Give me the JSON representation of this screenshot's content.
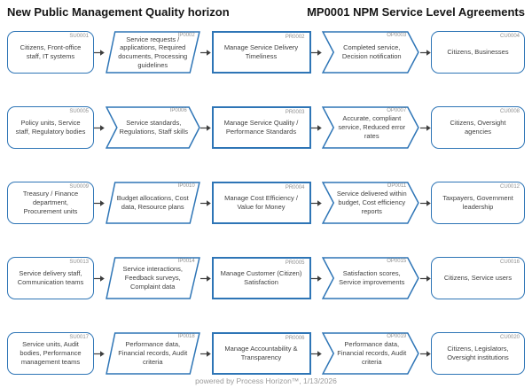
{
  "header": {
    "left_title": "New Public Management Quality horizon",
    "right_title": "MP0001 NPM Service Level Agreements"
  },
  "footer": {
    "text": "powered by Process Horizon™, 1/13/2026"
  },
  "colors": {
    "shape_border": "#2E75B6",
    "text": "#3f3f3f",
    "id_label": "#8f8f8f",
    "arrow": "#3d3d3d",
    "footer_text": "#9a9a9a"
  },
  "rows": [
    {
      "supplier": {
        "id": "SU0001",
        "text": "Citizens, Front-office staff, IT systems",
        "shape": "rounded-rectangle"
      },
      "input": {
        "id": "IP0002",
        "text": "Service requests / applications, Required documents, Processing guidelines",
        "shape": "parallelogram"
      },
      "process": {
        "id": "PR0002",
        "text": "Manage Service Delivery Timeliness",
        "shape": "rectangle"
      },
      "output": {
        "id": "OP0003",
        "text": "Completed service, Decision notification",
        "shape": "chevron"
      },
      "customer": {
        "id": "CU0004",
        "text": "Citizens, Businesses",
        "shape": "rounded-rectangle"
      }
    },
    {
      "supplier": {
        "id": "SU0005",
        "text": "Policy units, Service staff, Regulatory bodies",
        "shape": "rounded-rectangle"
      },
      "input": {
        "id": "IP0006",
        "text": "Service standards, Regulations, Staff skills",
        "shape": "chevron"
      },
      "process": {
        "id": "PR0003",
        "text": "Manage Service Quality / Performance Standards",
        "shape": "rectangle"
      },
      "output": {
        "id": "OP0007",
        "text": "Accurate, compliant service, Reduced error rates",
        "shape": "chevron"
      },
      "customer": {
        "id": "CU0008",
        "text": "Citizens, Oversight agencies",
        "shape": "rounded-rectangle"
      }
    },
    {
      "supplier": {
        "id": "SU0009",
        "text": "Treasury / Finance department, Procurement units",
        "shape": "rounded-rectangle"
      },
      "input": {
        "id": "IP0010",
        "text": "Budget allocations, Cost data, Resource plans",
        "shape": "parallelogram"
      },
      "process": {
        "id": "PR0004",
        "text": "Manage Cost Efficiency / Value for Money",
        "shape": "rectangle"
      },
      "output": {
        "id": "OP0011",
        "text": "Service delivered within budget, Cost efficiency reports",
        "shape": "chevron"
      },
      "customer": {
        "id": "CU0012",
        "text": "Taxpayers, Government leadership",
        "shape": "rounded-rectangle"
      }
    },
    {
      "supplier": {
        "id": "SU0013",
        "text": "Service delivery staff, Communication teams",
        "shape": "rounded-rectangle"
      },
      "input": {
        "id": "IP0014",
        "text": "Service interactions, Feedback surveys, Complaint data",
        "shape": "parallelogram"
      },
      "process": {
        "id": "PR0005",
        "text": "Manage Customer (Citizen) Satisfaction",
        "shape": "rectangle"
      },
      "output": {
        "id": "OP0015",
        "text": "Satisfaction scores, Service improvements",
        "shape": "chevron"
      },
      "customer": {
        "id": "CU0016",
        "text": "Citizens, Service users",
        "shape": "rounded-rectangle"
      }
    },
    {
      "supplier": {
        "id": "SU0017",
        "text": "Service units, Audit bodies, Performance management teams",
        "shape": "rounded-rectangle"
      },
      "input": {
        "id": "IP0018",
        "text": "Performance data, Financial records, Audit criteria",
        "shape": "parallelogram"
      },
      "process": {
        "id": "PR0006",
        "text": "Manage Accountability & Transparency",
        "shape": "rectangle"
      },
      "output": {
        "id": "OP0019",
        "text": "Performance data, Financial records, Audit criteria",
        "shape": "chevron"
      },
      "customer": {
        "id": "CU0020",
        "text": "Citizens, Legislators, Oversight institutions",
        "shape": "rounded-rectangle"
      }
    }
  ]
}
